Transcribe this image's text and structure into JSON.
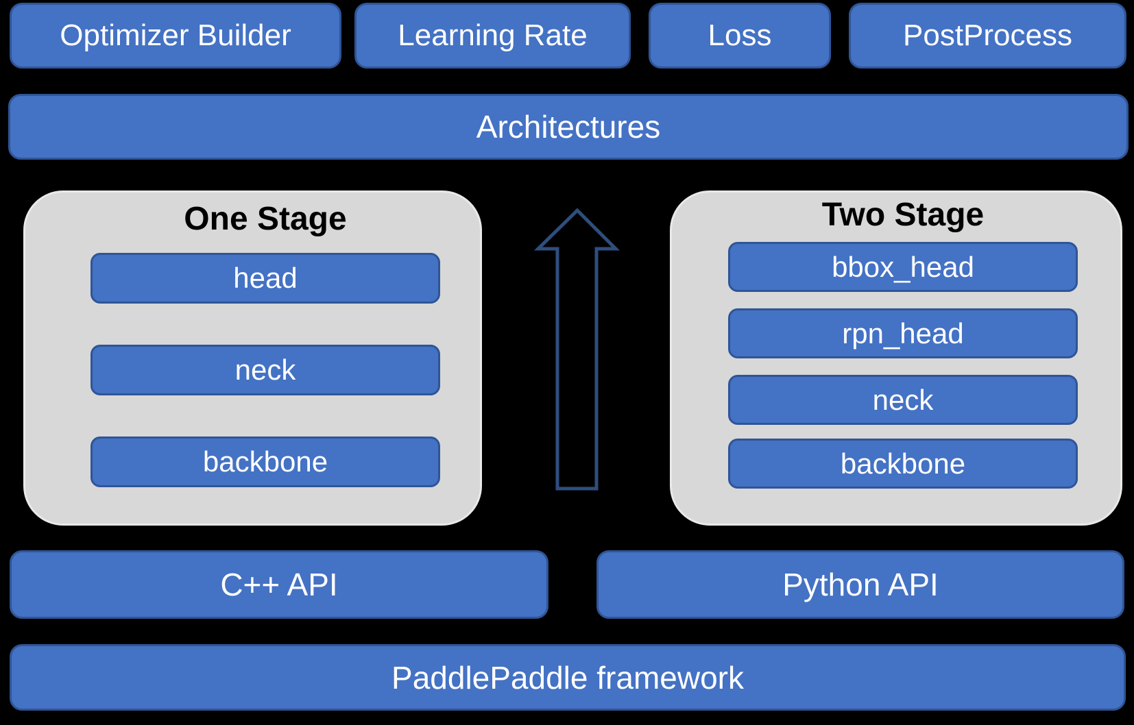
{
  "colors": {
    "background": "#000000",
    "box_fill": "#4472C4",
    "box_border": "#2F5597",
    "panel_fill": "#D8D8D8",
    "panel_border": "#E9E9E9",
    "arrow_stroke": "#2E4E7E",
    "box_text": "#FFFFFF",
    "title_text": "#000000"
  },
  "top_row": [
    {
      "label": "Optimizer Builder"
    },
    {
      "label": "Learning Rate"
    },
    {
      "label": "Loss"
    },
    {
      "label": "PostProcess"
    }
  ],
  "architectures": {
    "label": "Architectures"
  },
  "one_stage": {
    "title": "One Stage",
    "bars": [
      {
        "label": "head"
      },
      {
        "label": "neck"
      },
      {
        "label": "backbone"
      }
    ]
  },
  "two_stage": {
    "title": "Two Stage",
    "bars": [
      {
        "label": "bbox_head"
      },
      {
        "label": "rpn_head"
      },
      {
        "label": "neck"
      },
      {
        "label": "backbone"
      }
    ]
  },
  "api_row": [
    {
      "label": "C++ API"
    },
    {
      "label": "Python API"
    }
  ],
  "framework": {
    "label": "PaddlePaddle framework"
  }
}
